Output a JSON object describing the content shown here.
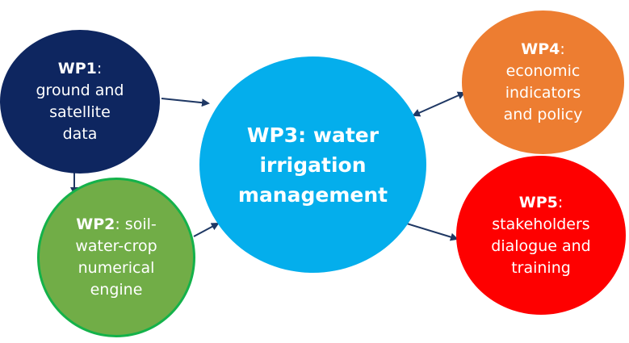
{
  "colors": {
    "wp1": "#0e2660",
    "wp2": "#71ad47",
    "wp2_border": "#14b24a",
    "wp3": "#04aeec",
    "wp4": "#ed7d31",
    "wp5": "#fe0000",
    "arrow": "#1f3864",
    "text": "#ffffff"
  },
  "nodes": {
    "wp1": {
      "id": "WP1",
      "sep": ":",
      "lines": [
        "ground and",
        "satellite",
        "data"
      ]
    },
    "wp2": {
      "id": "WP2",
      "sep": ": soil-",
      "lines": [
        "water-crop",
        "numerical",
        "engine"
      ]
    },
    "wp3": {
      "lines": [
        "WP3: water",
        "irrigation",
        "management"
      ]
    },
    "wp4": {
      "id": "WP4",
      "sep": ":",
      "lines": [
        "economic",
        "indicators",
        "and policy"
      ]
    },
    "wp5": {
      "id": "WP5",
      "sep": ":",
      "lines": [
        "stakeholders",
        "dialogue and",
        "training"
      ]
    }
  }
}
